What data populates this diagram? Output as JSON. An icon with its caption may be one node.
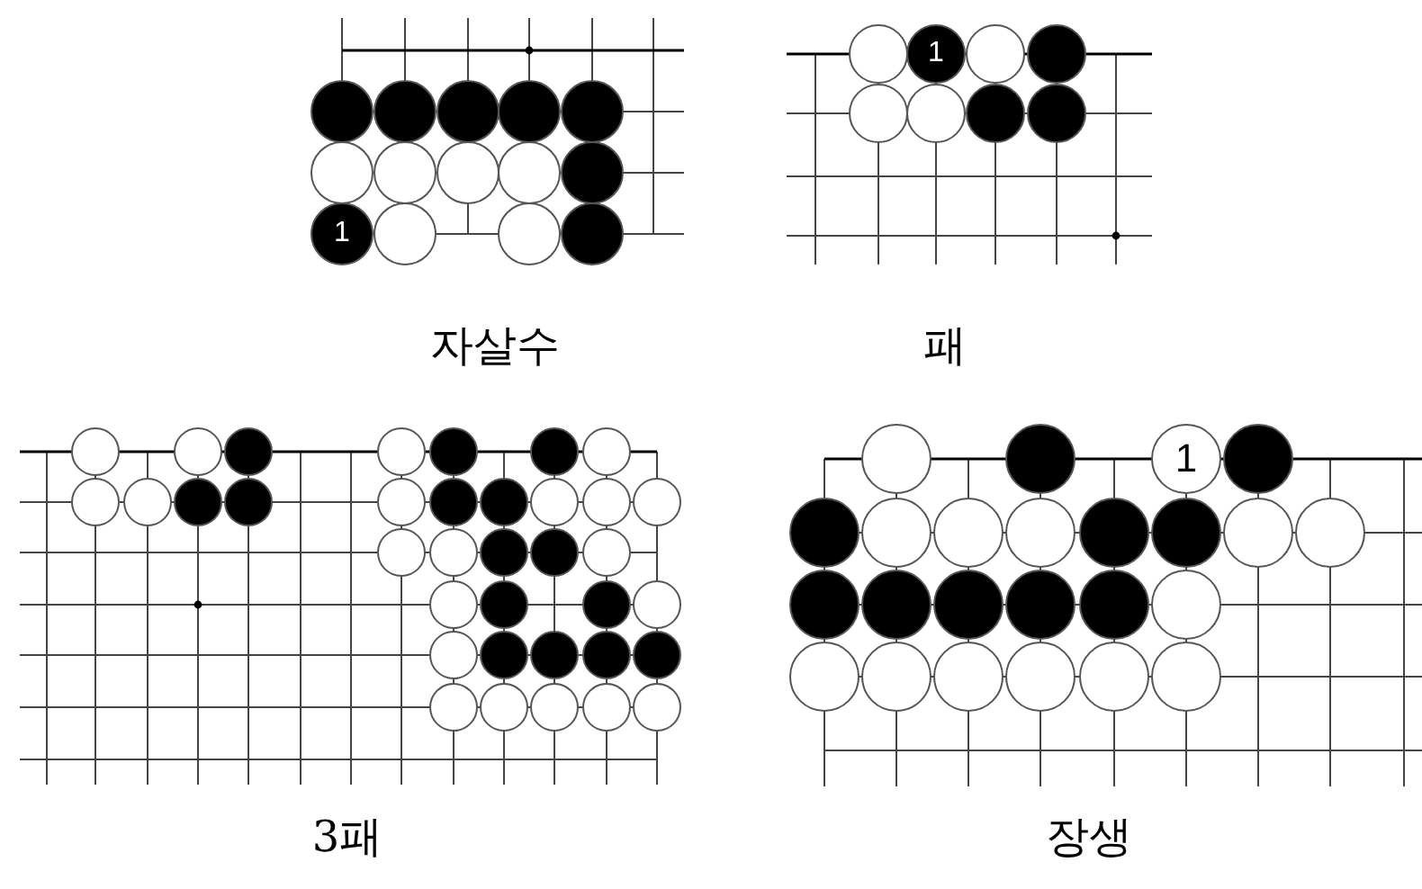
{
  "diagram": {
    "labels": [
      "1",
      "자살수",
      "1",
      "패",
      "3패",
      "1",
      "장생"
    ]
  }
}
